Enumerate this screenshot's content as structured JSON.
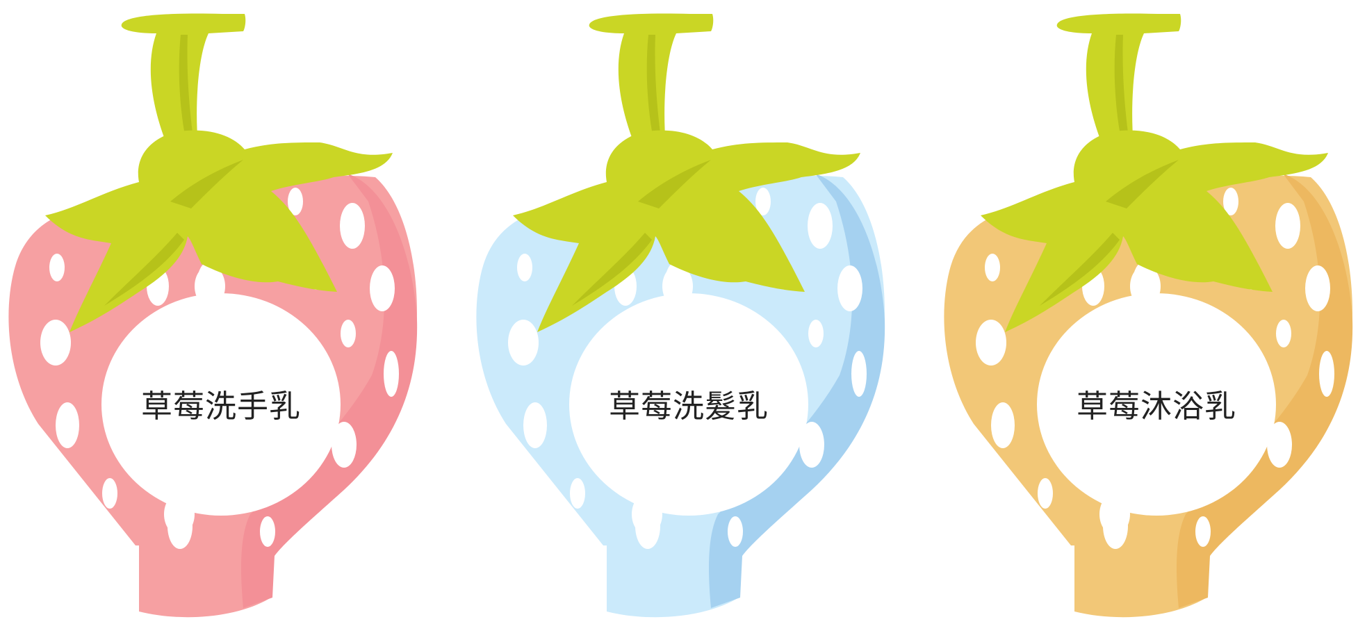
{
  "products": [
    {
      "name": "草莓洗手乳",
      "body_color": "#f6a0a2",
      "shade_color": "#f39097"
    },
    {
      "name": "草莓洗髮乳",
      "body_color": "#cbeafb",
      "shade_color": "#a5d1f0"
    },
    {
      "name": "草莓沐浴乳",
      "body_color": "#f2c777",
      "shade_color": "#edb860"
    }
  ],
  "colors": {
    "leaf": "#cad625",
    "leaf_shade": "#b6c21a",
    "seed": "#ffffff",
    "label_bg": "#ffffff",
    "label_text": "#222222"
  },
  "icons": [
    "strawberry-bottle-icon"
  ]
}
